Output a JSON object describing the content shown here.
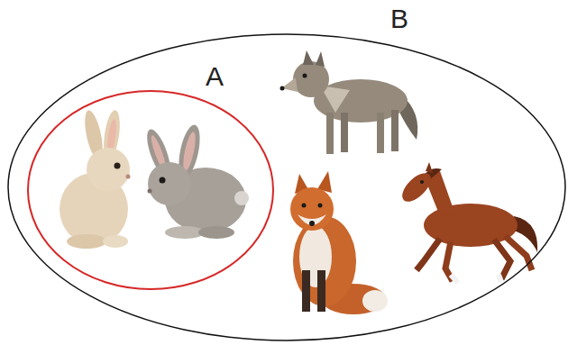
{
  "diagram": {
    "nodes": [
      {
        "text": [
          "B"
        ]
      },
      {
        "text": [
          "A"
        ],
        "in": 0
      }
    ]
  }
}
